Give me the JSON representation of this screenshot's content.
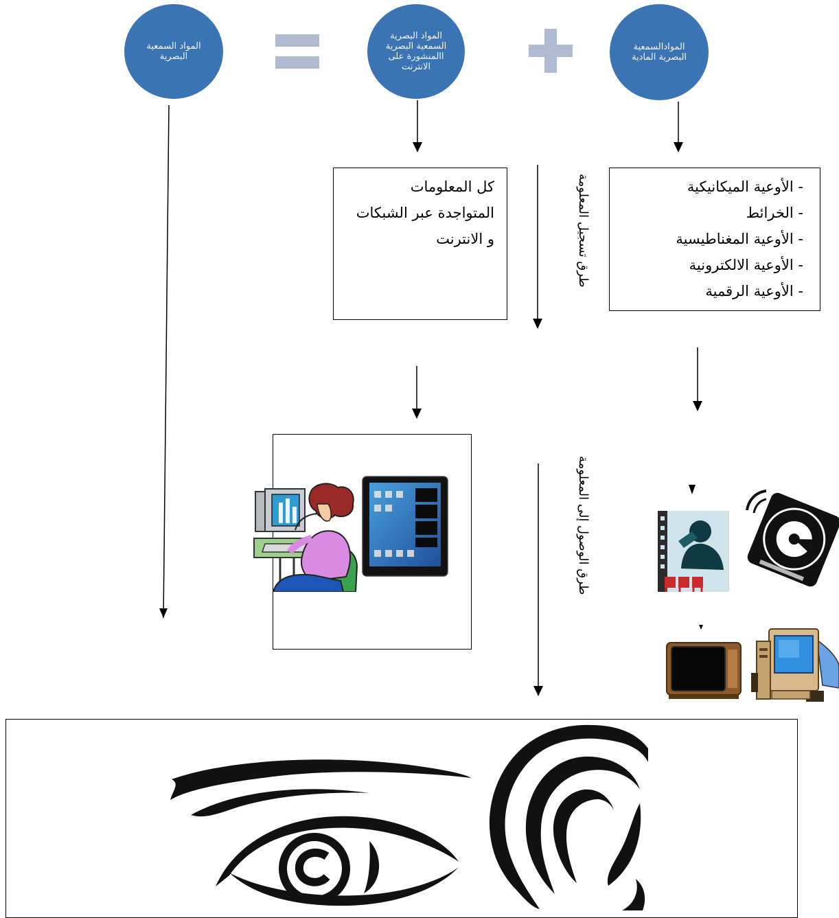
{
  "circles": {
    "result": "المواد السمعية البصرية",
    "online": "المواد البصرية السمعية البصرية االمنشورة على الانترنت",
    "physical": "الموادالسمعية البصرية المادية"
  },
  "online_box": {
    "lines": [
      "كل المعلومات",
      "المتواجدة عبر الشبكات",
      "و الانترنت"
    ]
  },
  "physical_box": {
    "lines": [
      "- الأوعية الميكانيكية",
      "- الخرائط",
      "- الأوعية المغناطيسية",
      "- الأوعية الالكترونية",
      "- الأوعية الرقمية"
    ]
  },
  "vertical_labels": {
    "recording": "طرق تسجيل المعلومة",
    "access": "طرق الوصول إلى المعلومة"
  },
  "colors": {
    "circle": "#3b74b4",
    "operator": "#aebbd3"
  },
  "icons": [
    "equals-sign-icon",
    "plus-sign-icon",
    "woman-at-computer-icon",
    "tablet-icon",
    "film-viewer-icon",
    "vinyl-record-icon",
    "television-icon",
    "desktop-computer-icon",
    "eye-icon",
    "ear-icon"
  ]
}
